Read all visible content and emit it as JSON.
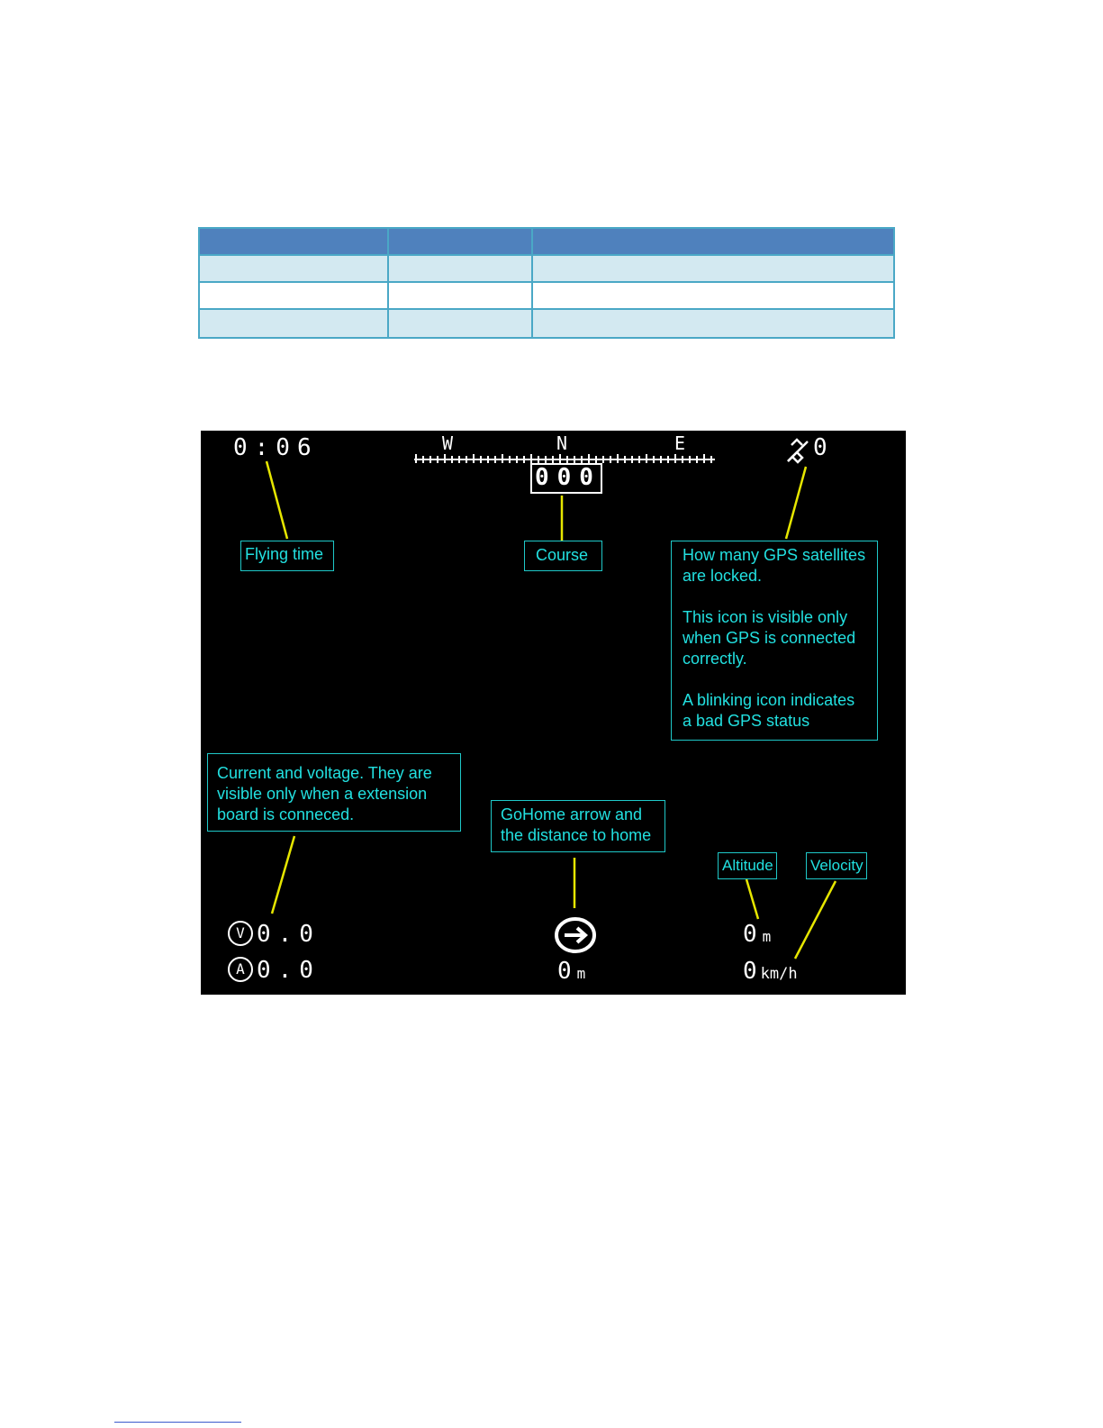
{
  "osd": {
    "flying_time": "0:06",
    "compass": {
      "w": "W",
      "n": "N",
      "e": "E"
    },
    "course_value": "000",
    "gps_sat_count": "0",
    "voltage": "0.0",
    "current": "0.0",
    "voltage_icon_letter": "V",
    "current_icon_letter": "A",
    "home_distance": "0",
    "home_distance_unit": "m",
    "altitude": "0",
    "altitude_unit": "m",
    "velocity": "0",
    "velocity_unit": "km/h"
  },
  "callouts": {
    "flying_time": "Flying time",
    "course": "Course",
    "gps": [
      "How many GPS satellites are locked.",
      "This icon is visible only when GPS is connected correctly.",
      "A blinking icon indicates a bad GPS status"
    ],
    "current_voltage": "Current and voltage. They  are visible only when a extension board is conneced.",
    "gohome": "GoHome arrow and the distance to home",
    "altitude": "Altitude",
    "velocity": "Velocity"
  },
  "colors": {
    "callout": "#22e0e0",
    "leader_line": "#e6e600",
    "osd_background": "#000000",
    "table_header": "#4f81bd",
    "table_band": "#d3e9f1"
  },
  "icons": [
    "satellite-icon",
    "gohome-arrow-icon",
    "voltage-icon",
    "current-icon"
  ]
}
